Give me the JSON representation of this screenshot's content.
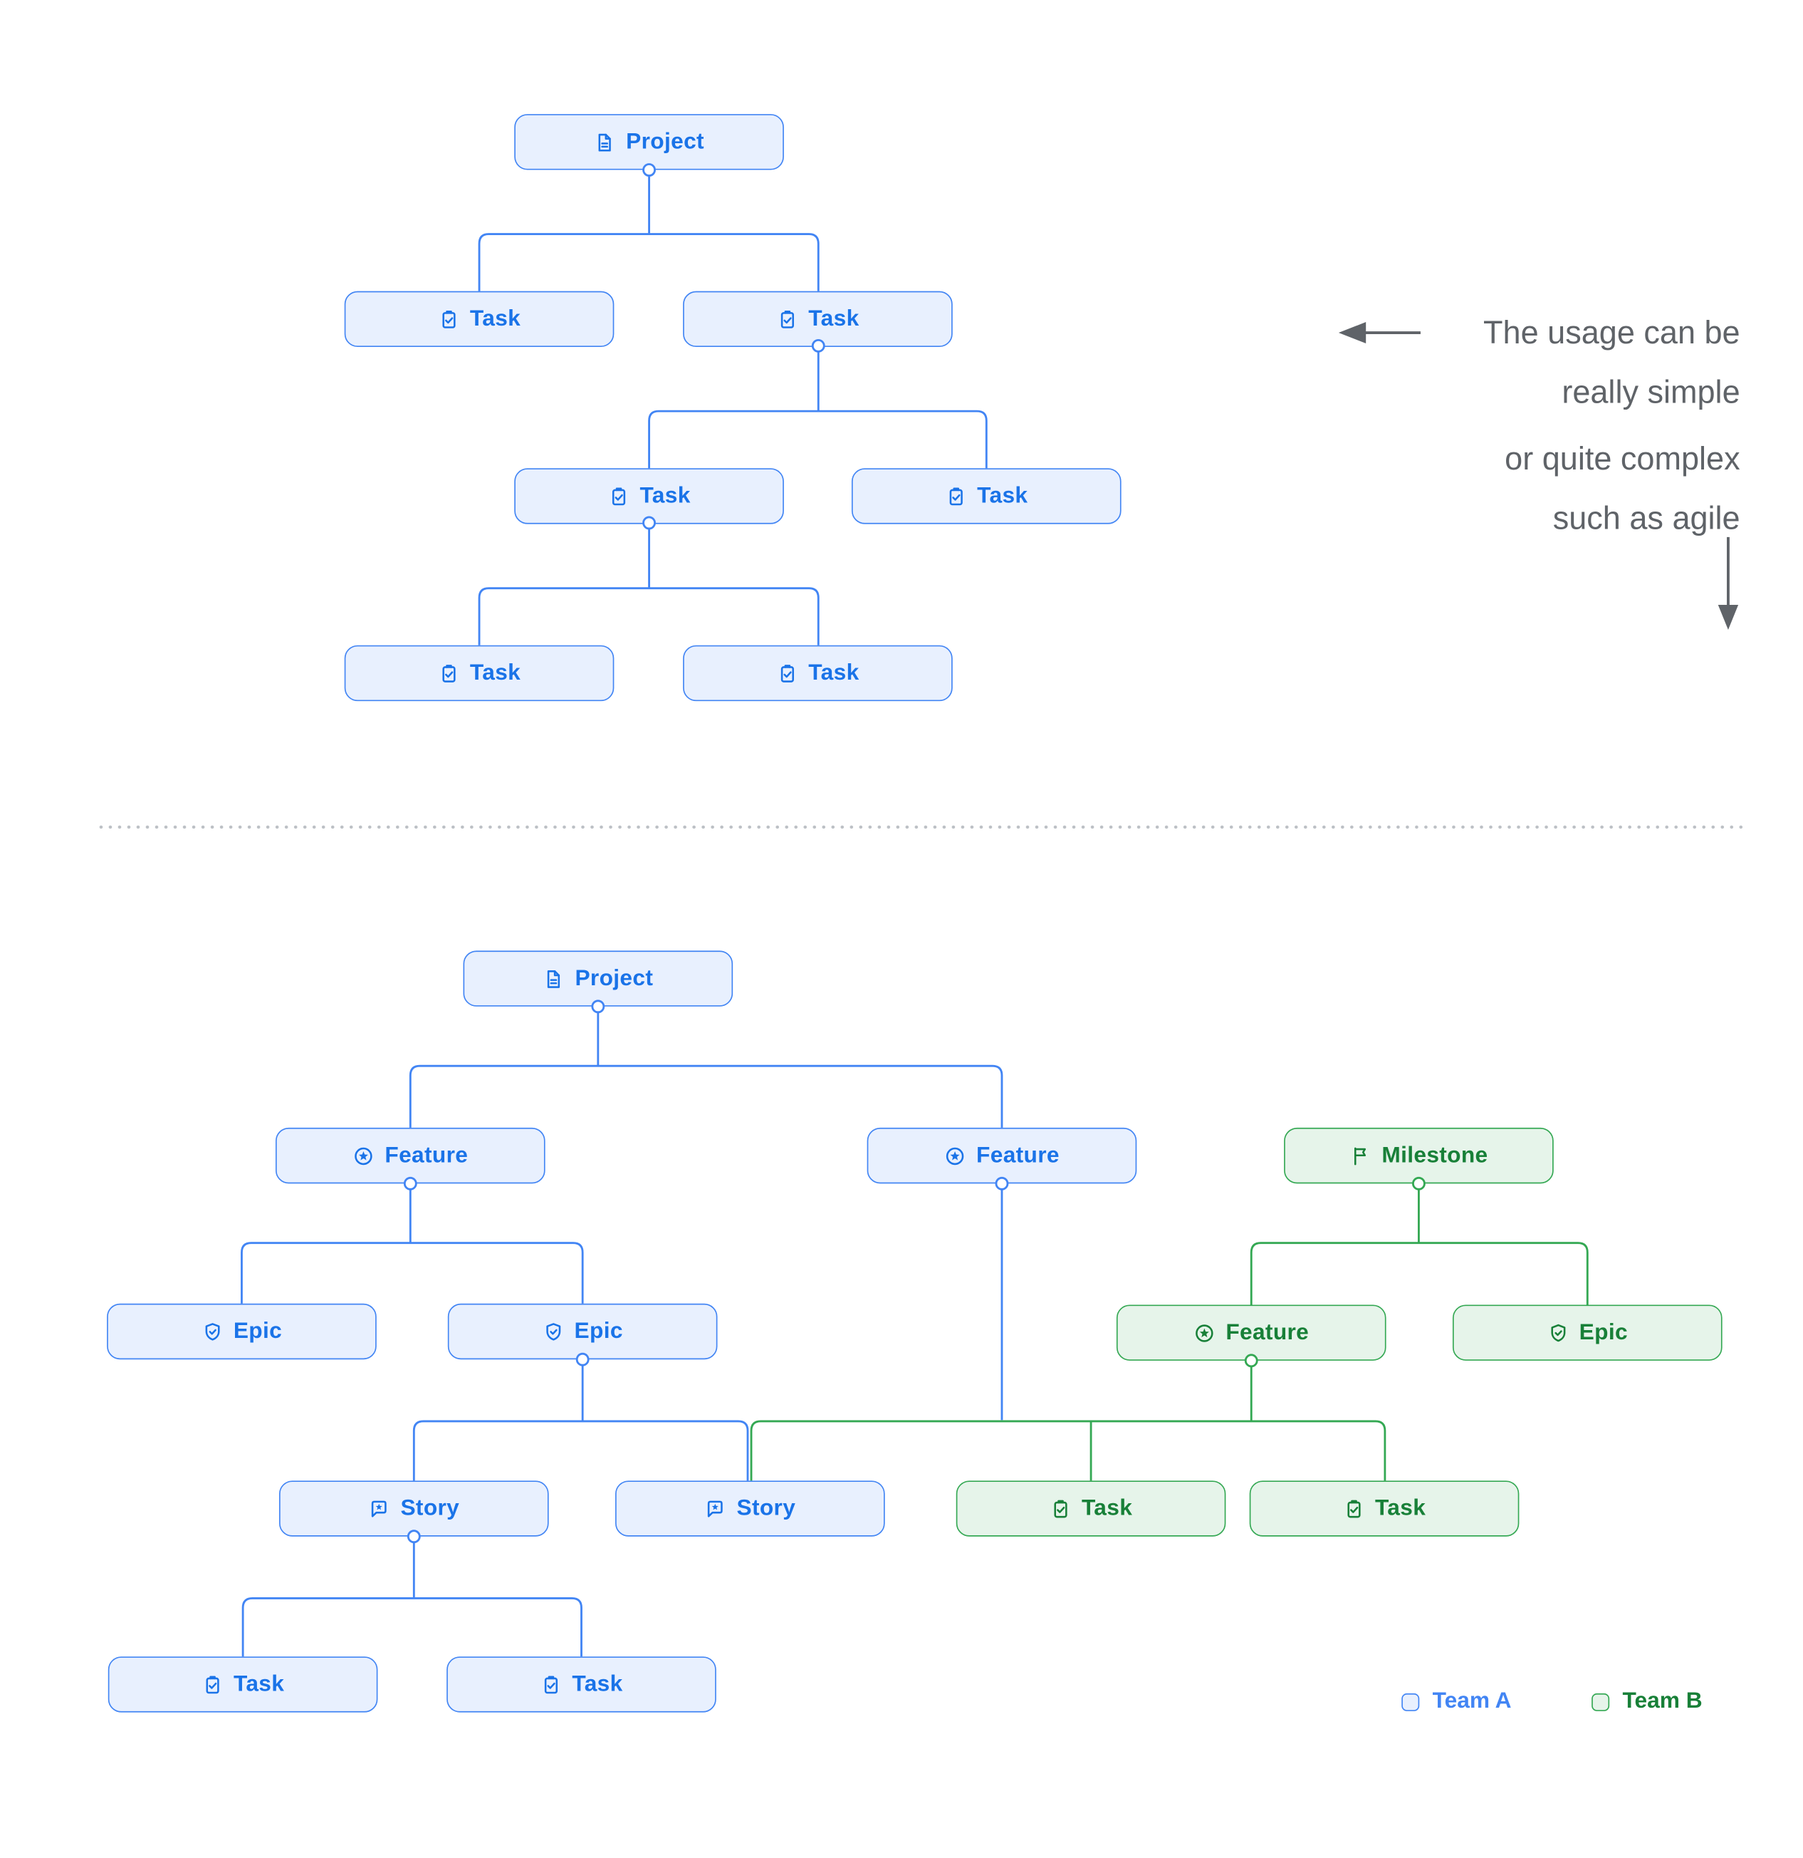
{
  "colors": {
    "team_a_fill": "#e8f0fe",
    "team_a_border": "#4285f4",
    "team_a_text": "#1a73e8",
    "team_b_fill": "#e6f4ea",
    "team_b_border": "#34a853",
    "team_b_text": "#188038",
    "annotation_text": "#5f6368",
    "divider": "#bdc1c6",
    "background": "#ffffff"
  },
  "top_tree": {
    "description": "simple usage tree",
    "nodes": [
      {
        "id": "project",
        "label": "Project",
        "icon": "document-icon",
        "team": "Team A"
      },
      {
        "id": "task-1",
        "label": "Task",
        "icon": "task-icon",
        "team": "Team A"
      },
      {
        "id": "task-2",
        "label": "Task",
        "icon": "task-icon",
        "team": "Team A"
      },
      {
        "id": "task-3",
        "label": "Task",
        "icon": "task-icon",
        "team": "Team A"
      },
      {
        "id": "task-4",
        "label": "Task",
        "icon": "task-icon",
        "team": "Team A"
      },
      {
        "id": "task-5",
        "label": "Task",
        "icon": "task-icon",
        "team": "Team A"
      },
      {
        "id": "task-6",
        "label": "Task",
        "icon": "task-icon",
        "team": "Team A"
      }
    ],
    "edges": [
      "project->task-1",
      "project->task-2",
      "task-2->task-3",
      "task-2->task-4",
      "task-3->task-5",
      "task-3->task-6"
    ]
  },
  "annotations": {
    "simple_lines": [
      "The usage can be",
      "really simple"
    ],
    "complex_lines": [
      "or quite complex",
      "such as agile"
    ]
  },
  "bottom_tree": {
    "description": "complex agile usage tree",
    "nodes": [
      {
        "id": "project",
        "label": "Project",
        "icon": "document-icon",
        "team": "Team A"
      },
      {
        "id": "feature-1",
        "label": "Feature",
        "icon": "feature-icon",
        "team": "Team A"
      },
      {
        "id": "feature-2",
        "label": "Feature",
        "icon": "feature-icon",
        "team": "Team A"
      },
      {
        "id": "milestone",
        "label": "Milestone",
        "icon": "milestone-icon",
        "team": "Team B"
      },
      {
        "id": "epic-1",
        "label": "Epic",
        "icon": "epic-icon",
        "team": "Team A"
      },
      {
        "id": "epic-2",
        "label": "Epic",
        "icon": "epic-icon",
        "team": "Team A"
      },
      {
        "id": "feature-3",
        "label": "Feature",
        "icon": "feature-icon",
        "team": "Team B"
      },
      {
        "id": "epic-3",
        "label": "Epic",
        "icon": "epic-icon",
        "team": "Team B"
      },
      {
        "id": "story-1",
        "label": "Story",
        "icon": "story-icon",
        "team": "Team A"
      },
      {
        "id": "story-2",
        "label": "Story",
        "icon": "story-icon",
        "team": "Team A"
      },
      {
        "id": "task-g1",
        "label": "Task",
        "icon": "task-icon",
        "team": "Team B"
      },
      {
        "id": "task-g2",
        "label": "Task",
        "icon": "task-icon",
        "team": "Team B"
      },
      {
        "id": "task-b1",
        "label": "Task",
        "icon": "task-icon",
        "team": "Team A"
      },
      {
        "id": "task-b2",
        "label": "Task",
        "icon": "task-icon",
        "team": "Team A"
      }
    ],
    "edges": [
      "project->feature-1",
      "project->feature-2",
      "feature-1->epic-1",
      "feature-1->epic-2",
      "milestone->feature-3",
      "milestone->epic-3",
      "epic-2->story-1",
      "epic-2->story-2",
      "feature-2->story-2",
      "feature-3->task-g1",
      "feature-3->task-g2",
      "story-1->task-b1",
      "story-1->task-b2"
    ]
  },
  "legend": {
    "items": [
      {
        "label": "Team A",
        "color": "#4285f4"
      },
      {
        "label": "Team B",
        "color": "#34a853"
      }
    ]
  }
}
